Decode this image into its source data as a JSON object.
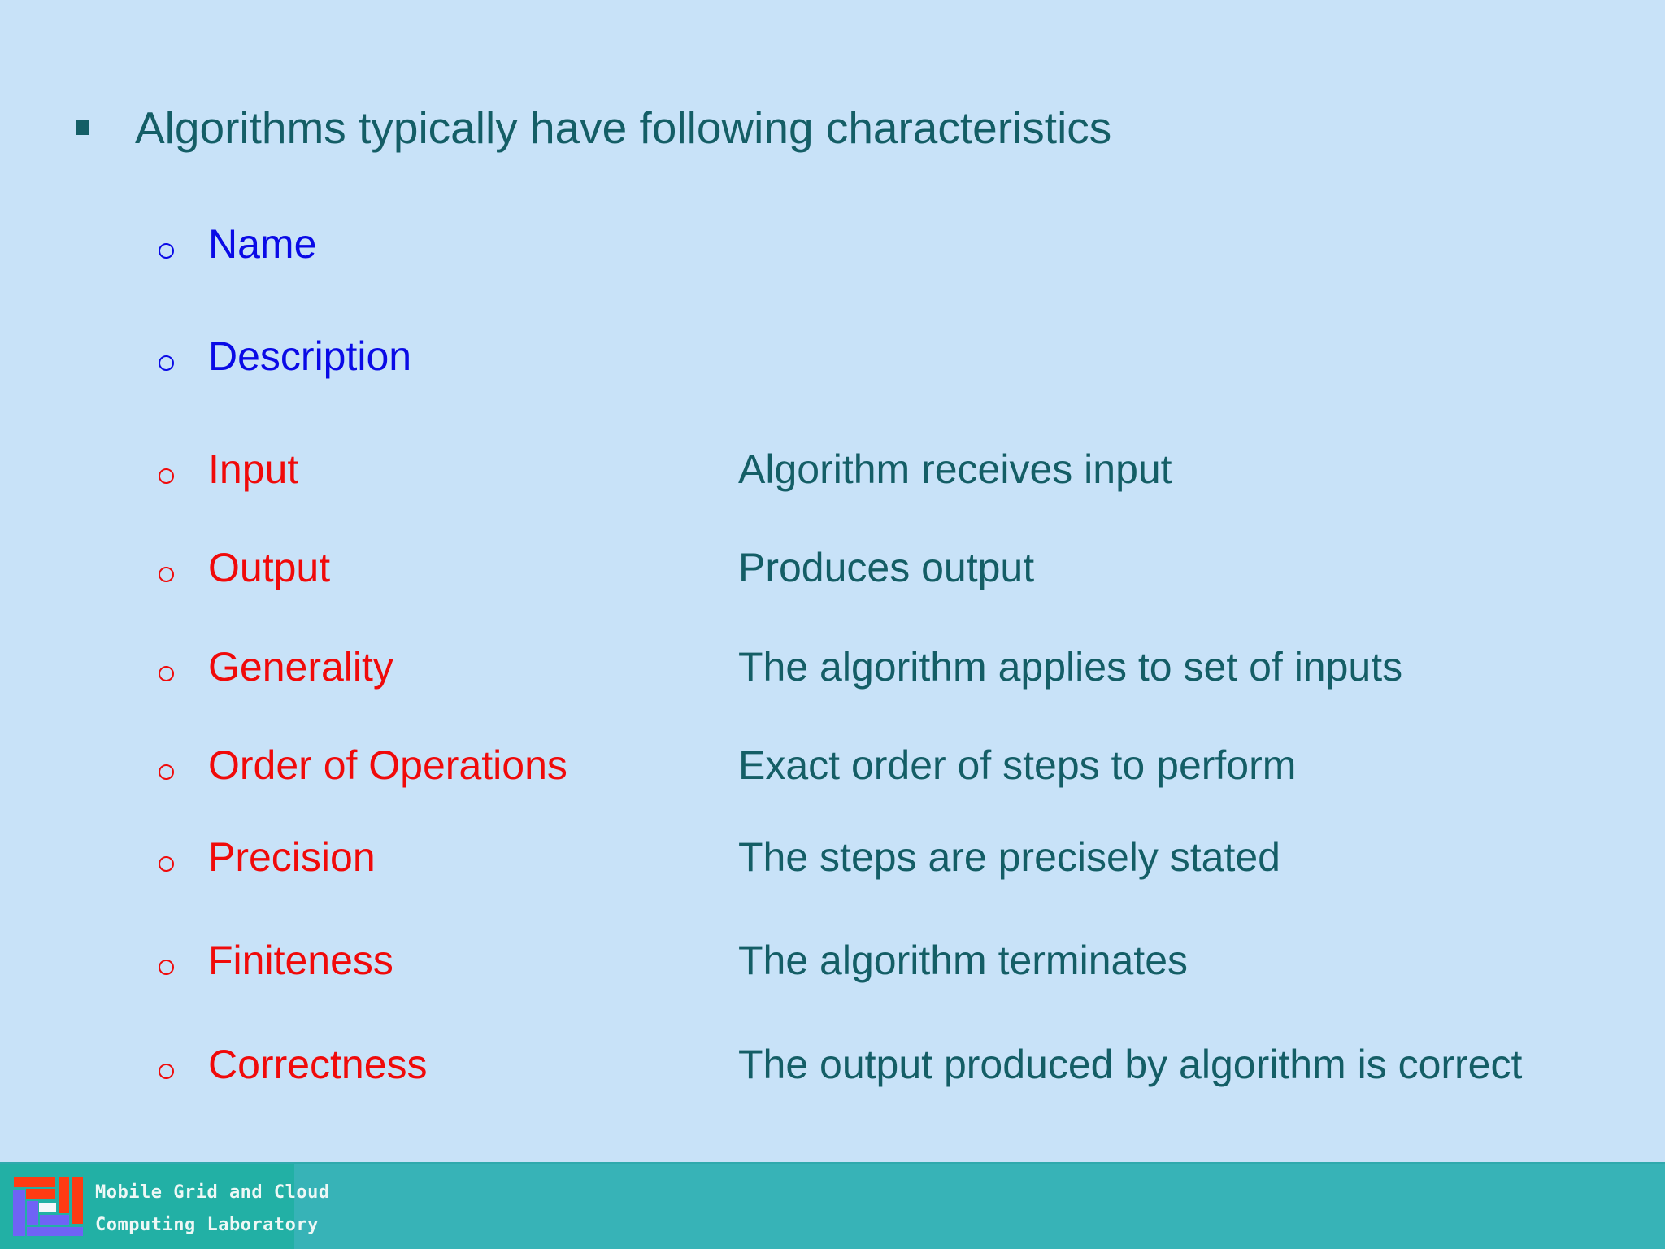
{
  "slide": {
    "title": "Algorithms typically have following characteristics",
    "items": [
      {
        "label": "Name",
        "description": "",
        "color": "#0a0ae6"
      },
      {
        "label": "Description",
        "description": "",
        "color": "#0a0ae6"
      },
      {
        "label": "Input",
        "description": "Algorithm receives input",
        "color": "#f00a0a"
      },
      {
        "label": "Output",
        "description": "Produces output",
        "color": "#f00a0a"
      },
      {
        "label": "Generality",
        "description": "The algorithm applies to set of inputs",
        "color": "#f00a0a"
      },
      {
        "label": "Order of Operations",
        "description": "Exact order of steps to perform",
        "color": "#f00a0a"
      },
      {
        "label": "Precision",
        "description": "The steps are precisely stated",
        "color": "#f00a0a"
      },
      {
        "label": "Finiteness",
        "description": "The algorithm terminates",
        "color": "#f00a0a"
      },
      {
        "label": "Correctness",
        "description": "The output produced by algorithm is correct",
        "color": "#f00a0a"
      }
    ]
  },
  "footer": {
    "lab_name_line1": "Mobile Grid and Cloud",
    "lab_name_line2": "Computing Laboratory"
  },
  "colors": {
    "background": "#c8e2f8",
    "title_text": "#145e66",
    "blue_items": "#0a0ae6",
    "red_items": "#f00a0a",
    "footer_bar": "#37b3b7",
    "logo_panel": "#22b0a5",
    "logo_red": "#ff3b12",
    "logo_blue": "#6f63f5"
  }
}
